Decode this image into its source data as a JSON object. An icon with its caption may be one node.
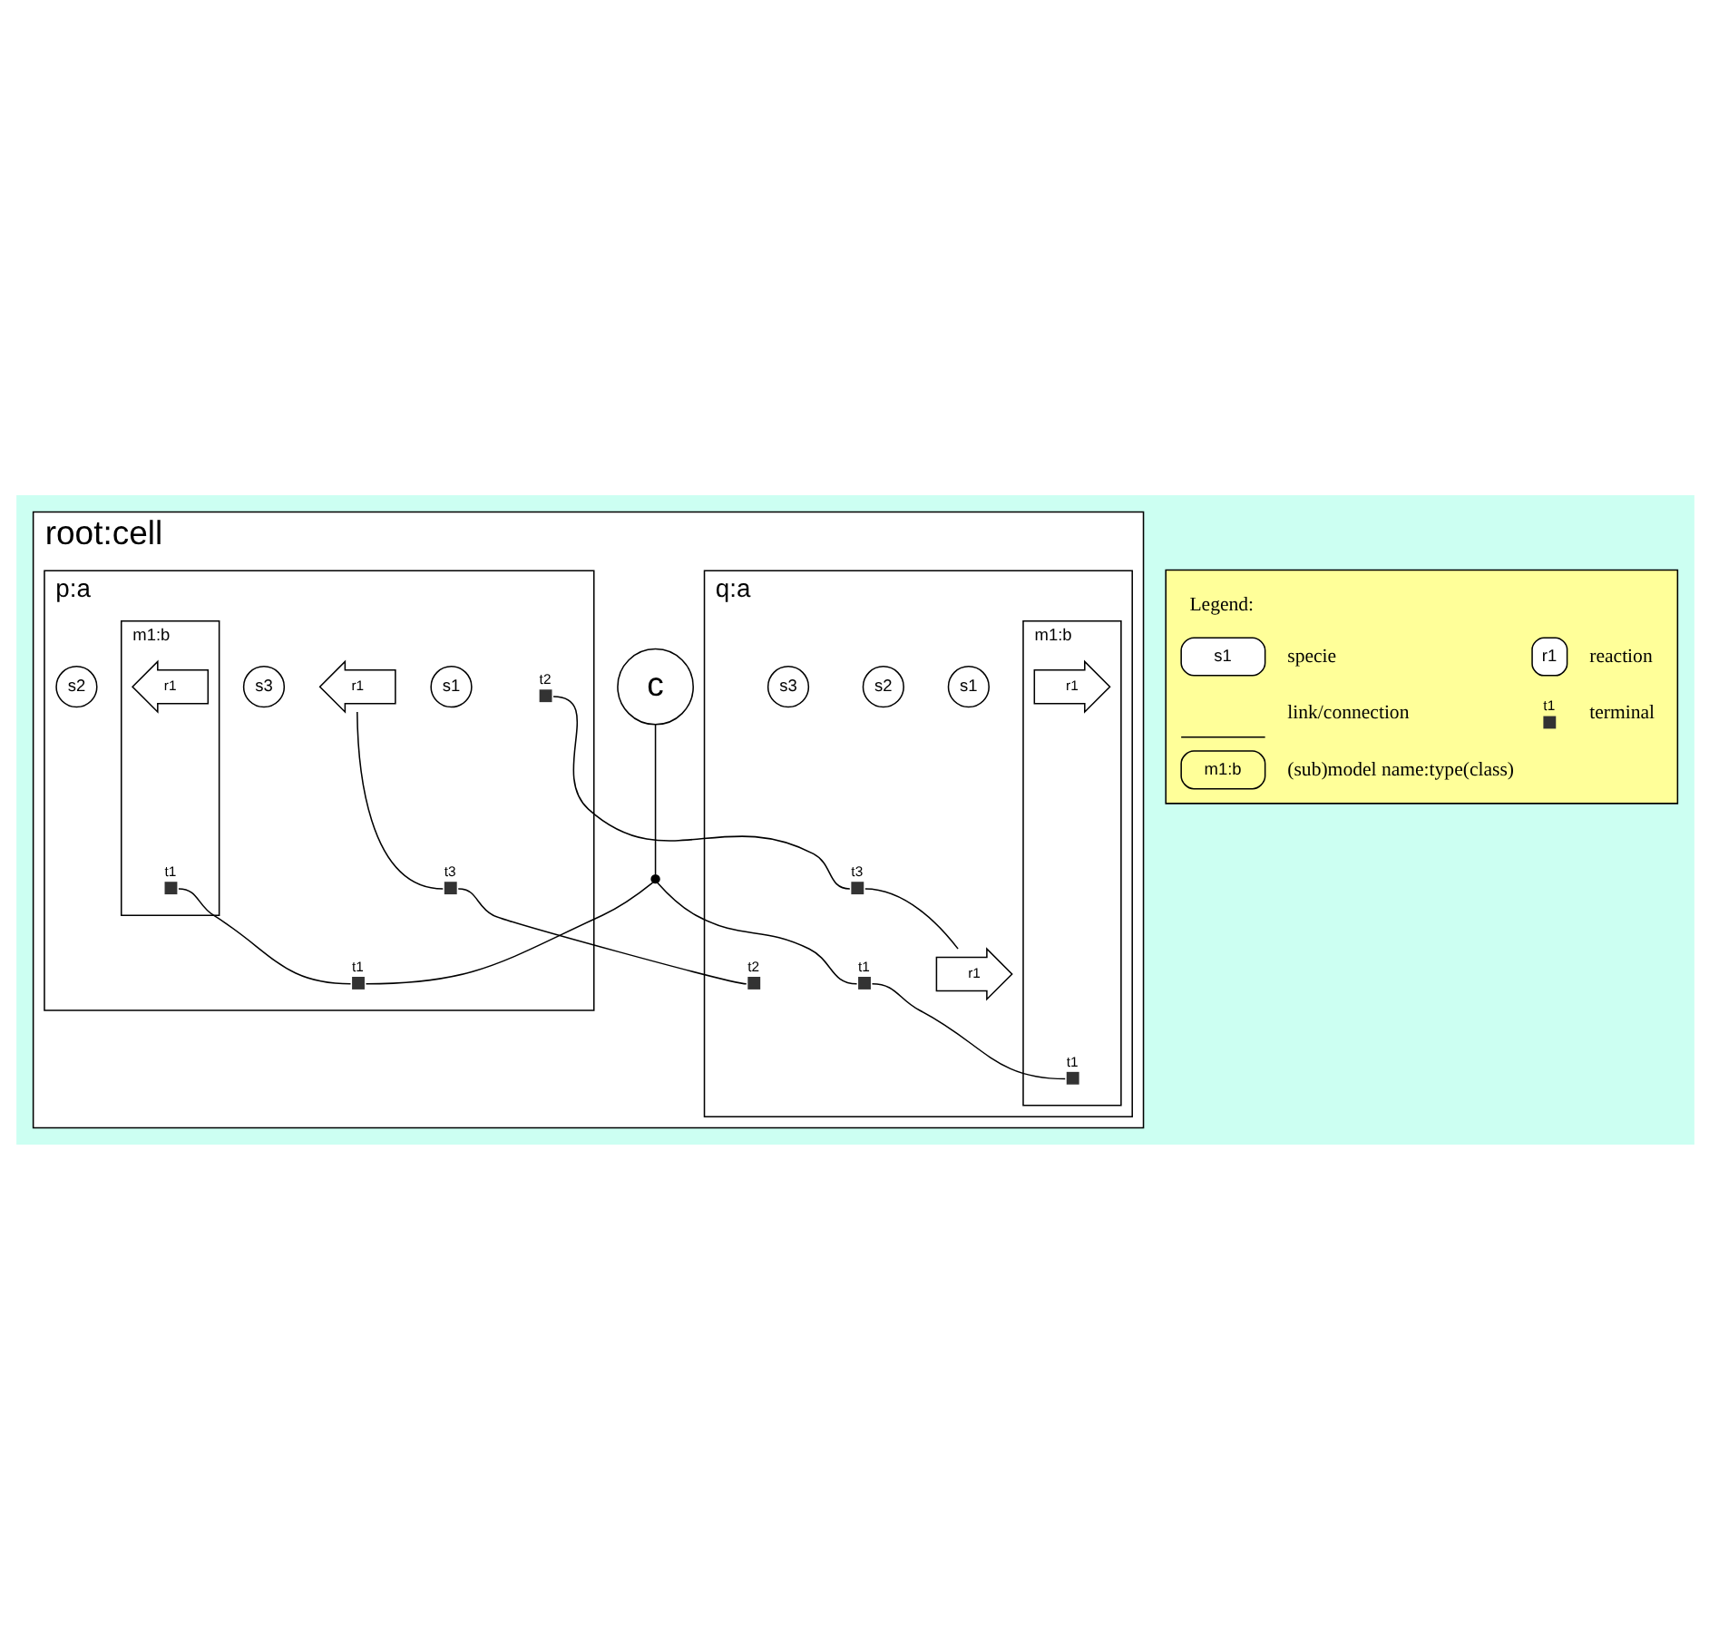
{
  "diagram": {
    "nodes": [
      {
        "text": [
          "root:cell"
        ]
      },
      {
        "text": [
          "c"
        ],
        "in": 0
      },
      {
        "text": [],
        "shape": "dot",
        "in": 0
      },
      {
        "text": [
          "p:a"
        ],
        "in": 0
      },
      {
        "text": [
          "m1:b"
        ],
        "in": 3
      },
      {
        "text": [
          "r1"
        ],
        "in": 4
      },
      {
        "text": [
          "t1"
        ],
        "in": 4
      },
      {
        "text": [
          "t1"
        ],
        "in": 3
      },
      {
        "text": [
          "s1"
        ],
        "in": 3
      },
      {
        "text": [
          "t2"
        ],
        "in": 3
      },
      {
        "text": [
          "s3"
        ],
        "in": 3
      },
      {
        "text": [
          "r1"
        ],
        "in": 3
      },
      {
        "text": [
          "s2"
        ],
        "in": 3
      },
      {
        "text": [
          "t3"
        ],
        "in": 3
      },
      {
        "text": [
          "q:a"
        ],
        "in": 0
      },
      {
        "text": [
          "t1"
        ],
        "in": 14
      },
      {
        "text": [
          "m1:b"
        ],
        "in": 14
      },
      {
        "text": [
          "t1"
        ],
        "in": 16
      },
      {
        "text": [
          "r1"
        ],
        "in": 16
      },
      {
        "text": [
          "t2"
        ],
        "in": 14
      },
      {
        "text": [
          "s1"
        ],
        "in": 14
      },
      {
        "text": [
          "t3"
        ],
        "in": 14
      },
      {
        "text": [
          "s2"
        ],
        "in": 14
      },
      {
        "text": [
          "r1"
        ],
        "in": 14
      },
      {
        "text": [
          "s3"
        ],
        "in": 14
      }
    ],
    "edges": [
      {
        "from": 1,
        "to": 2,
        "arrow": "none"
      },
      {
        "from": 2,
        "to": 7,
        "arrow": "none"
      },
      {
        "from": 2,
        "to": 15,
        "arrow": "none"
      },
      {
        "from": 6,
        "to": 7,
        "arrow": "none"
      },
      {
        "from": 9,
        "to": 21,
        "arrow": "none"
      },
      {
        "from": 13,
        "to": 19,
        "arrow": "none"
      },
      {
        "from": 11,
        "to": 13,
        "arrow": "none"
      },
      {
        "from": 15,
        "to": 17,
        "arrow": "none"
      },
      {
        "from": 21,
        "to": 23,
        "arrow": "none"
      }
    ],
    "labels": [
      "Legend:",
      "s1",
      "r1",
      "t1",
      "m1:b"
    ],
    "legend": [
      {
        "text": "specie"
      },
      {
        "text": "reaction"
      },
      {
        "text": "link/connection"
      },
      {
        "text": "terminal"
      },
      {
        "text": "(sub)model name:type(class)"
      }
    ]
  }
}
